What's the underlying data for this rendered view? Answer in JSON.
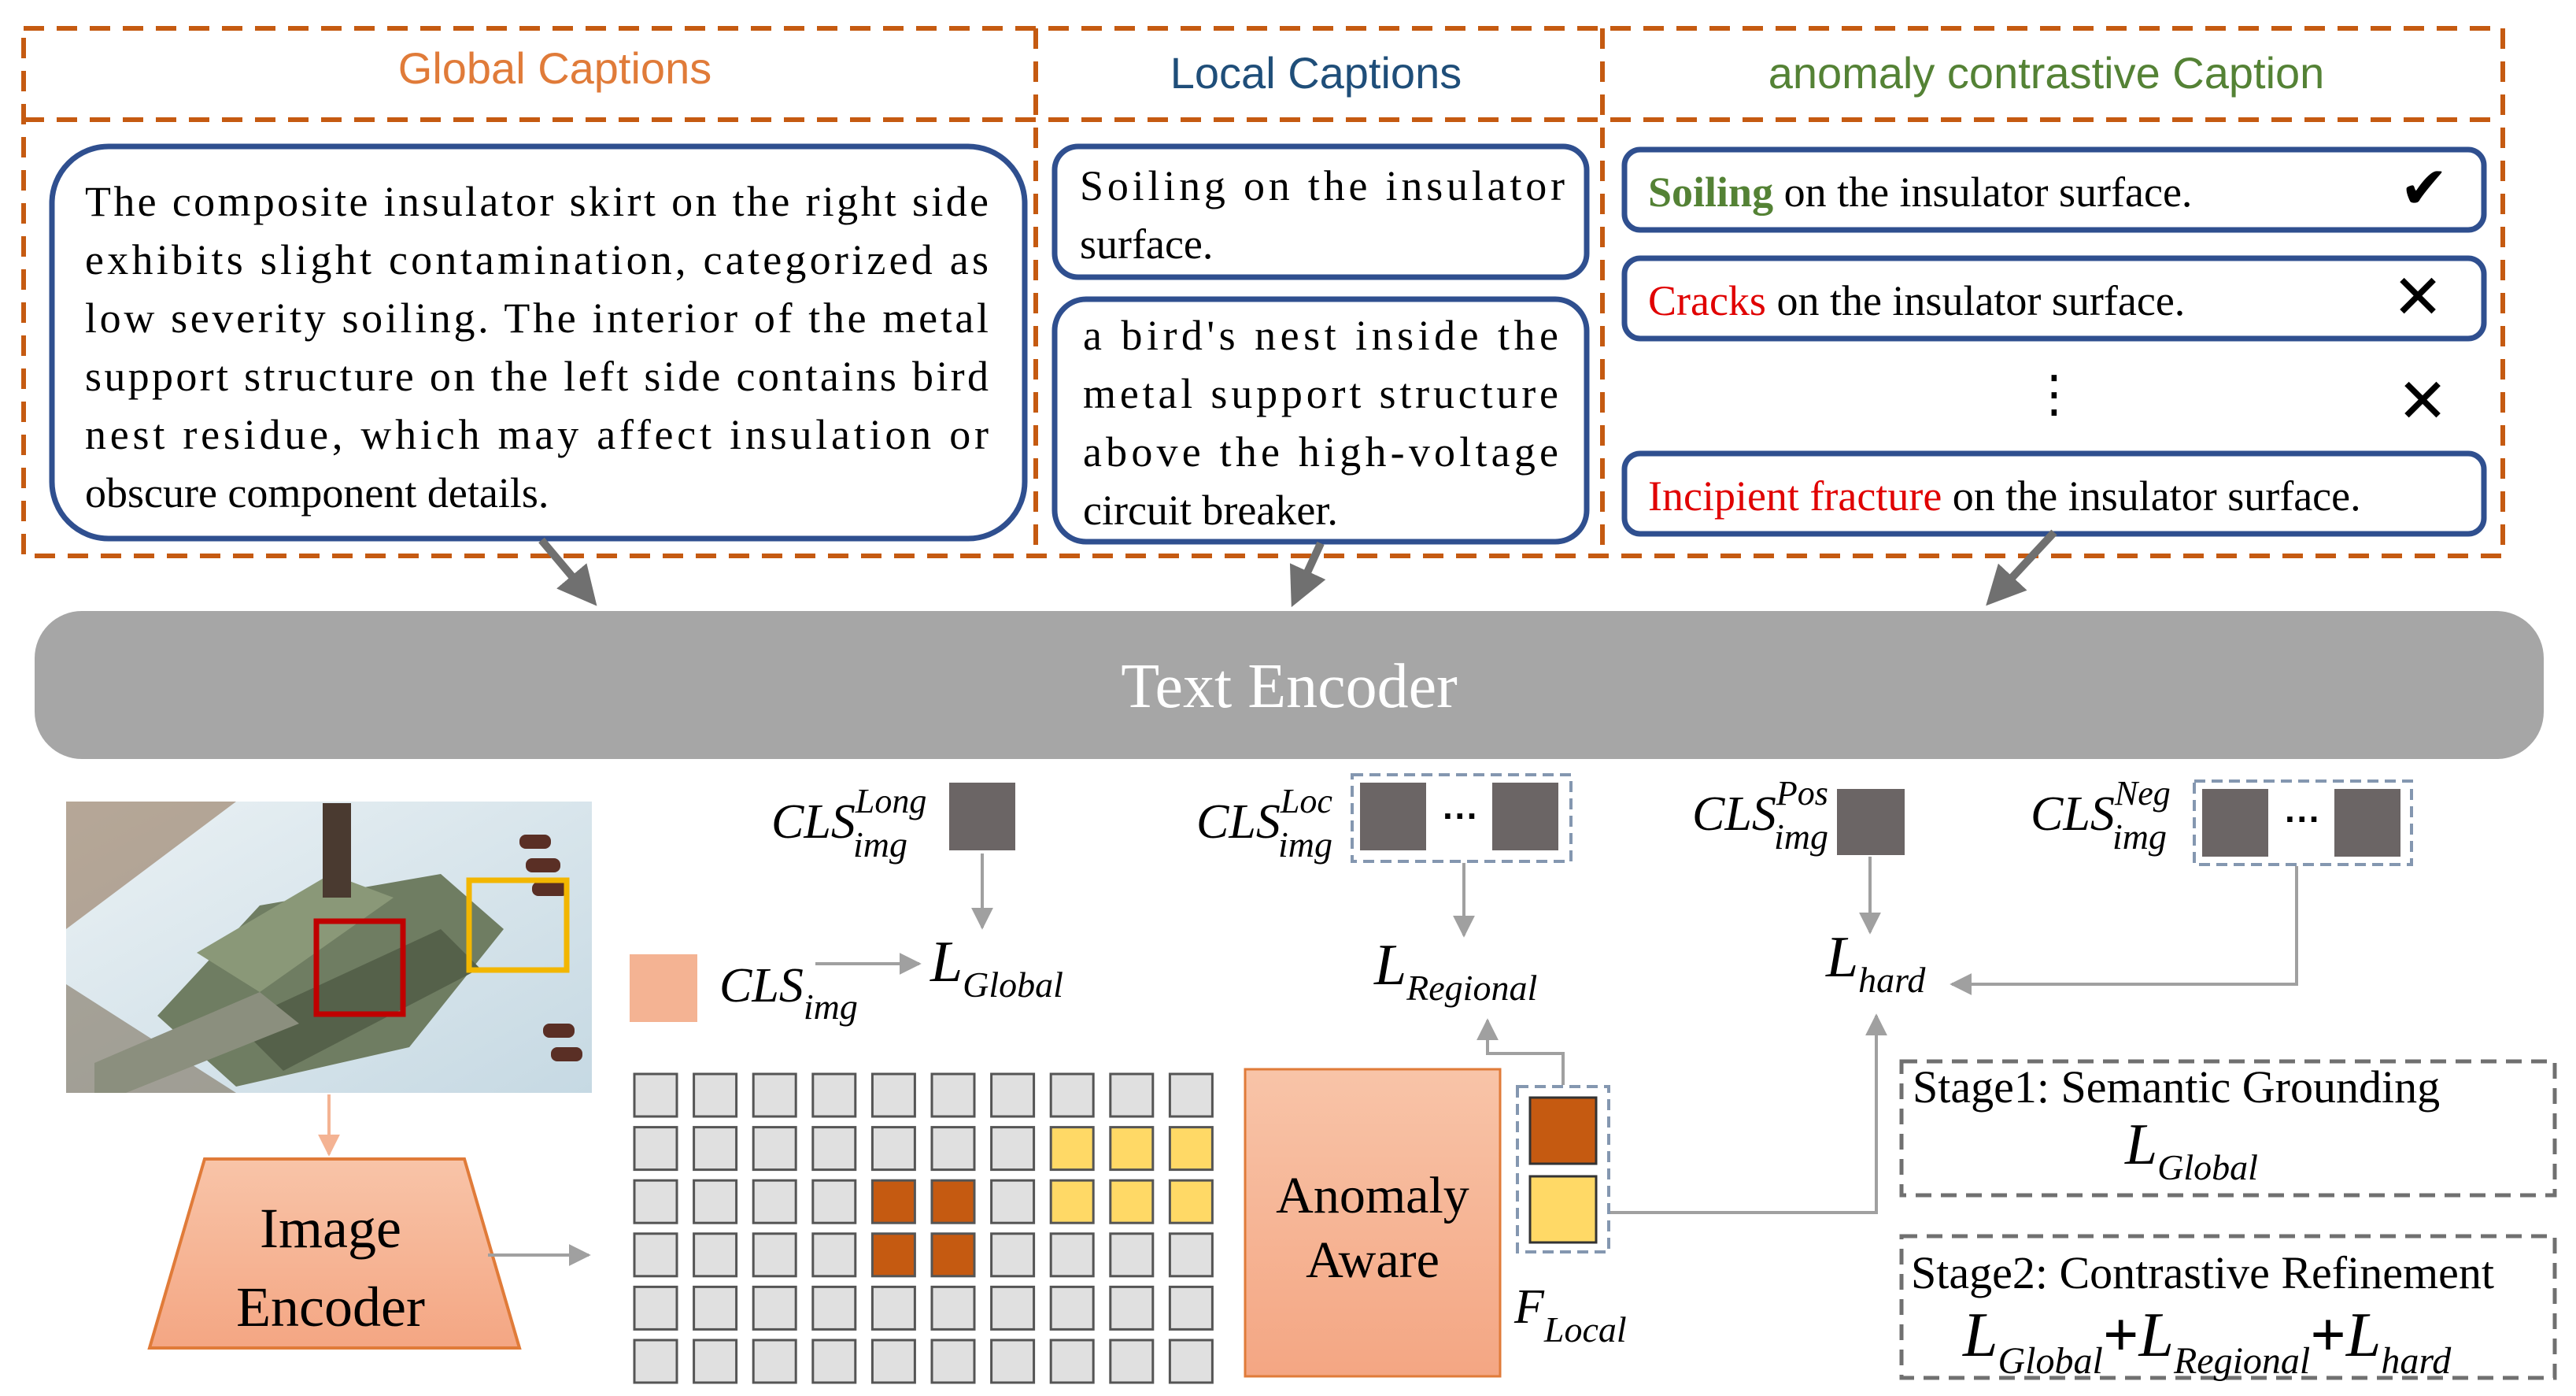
{
  "headers": {
    "global": "Global Captions",
    "local": "Local Captions",
    "anomaly": "anomaly contrastive Caption"
  },
  "global_caption": {
    "lines": [
      "The composite insulator skirt on the right side",
      "exhibits slight contamination, categorized as",
      "low severity soiling. The interior of the metal",
      "support structure on the left side contains bird",
      "nest residue, which may affect insulation or",
      "obscure component details."
    ]
  },
  "local_captions": [
    {
      "lines": [
        "Soiling on the insulator",
        "surface."
      ]
    },
    {
      "lines": [
        "a bird's nest inside the",
        "metal support structure",
        "above the high-voltage",
        "circuit breaker."
      ]
    }
  ],
  "anomaly_captions": [
    {
      "keyword": "Soiling",
      "rest": " on the insulator surface.",
      "mark": "✔"
    },
    {
      "keyword": "Cracks",
      "rest": " on the insulator surface.",
      "mark": "✕"
    },
    {
      "ellipsis": "⋮",
      "mark": "✕"
    },
    {
      "keyword": "Incipient fracture",
      "rest": " on the insulator surface."
    }
  ],
  "text_encoder": "Text Encoder",
  "image_encoder": [
    "Image",
    "Encoder"
  ],
  "anomaly_aware": [
    "Anomaly",
    "Aware"
  ],
  "ellipsis_dots": "···",
  "math": {
    "cls": "CLS",
    "img": "img",
    "long": "Long",
    "loc": "Loc",
    "pos": "Pos",
    "neg": "Neg",
    "L": "L",
    "F": "F",
    "global": "Global",
    "regional": "Regional",
    "hard": "hard",
    "local": "Local",
    "plus": "+"
  },
  "stages": {
    "stage1": "Stage1: Semantic Grounding",
    "stage2": "Stage2: Contrastive Refinement"
  },
  "colors": {
    "orange": "#E07B39",
    "dark_blue": "#1F4E79",
    "green": "#548235",
    "red": "#E00000",
    "box_border": "#2F4F8F",
    "dash_orange": "#C55A11",
    "encoder_gray": "#A6A6A6",
    "token_gray": "#6B6565",
    "salmon": "#F4B393",
    "rust": "#C55A11",
    "yellow": "#FFD966"
  },
  "patch_grid": {
    "rows": 6,
    "cols": 10,
    "rust_cells": [
      [
        2,
        4
      ],
      [
        2,
        5
      ],
      [
        3,
        4
      ],
      [
        3,
        5
      ]
    ],
    "yellow_cells": [
      [
        1,
        7
      ],
      [
        1,
        8
      ],
      [
        1,
        9
      ],
      [
        2,
        7
      ],
      [
        2,
        8
      ],
      [
        2,
        9
      ]
    ]
  }
}
